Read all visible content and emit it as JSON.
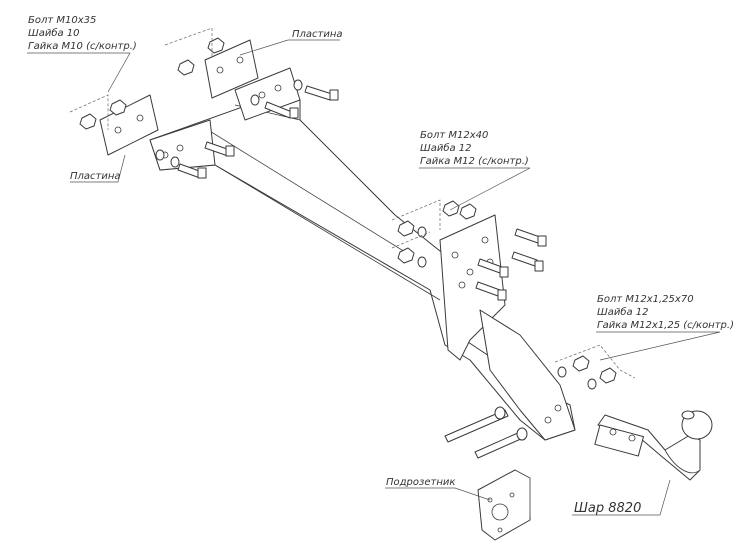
{
  "labels": {
    "bolt_m10": [
      "Болт М10х35",
      "Шайба 10",
      "Гайка М10 (с/контр.)"
    ],
    "plate_left": "Пластина",
    "plate_right": "Пластина",
    "bolt_m12": [
      "Болт М12х40",
      "Шайба 12",
      "Гайка М12 (с/контр.)"
    ],
    "bolt_m12x125": [
      "Болт М12х1,25х70",
      "Шайба 12",
      "Гайка М12х1,25 (с/контр.)"
    ],
    "socket_plate": "Подрозетник",
    "ball": "Шар 8820"
  }
}
